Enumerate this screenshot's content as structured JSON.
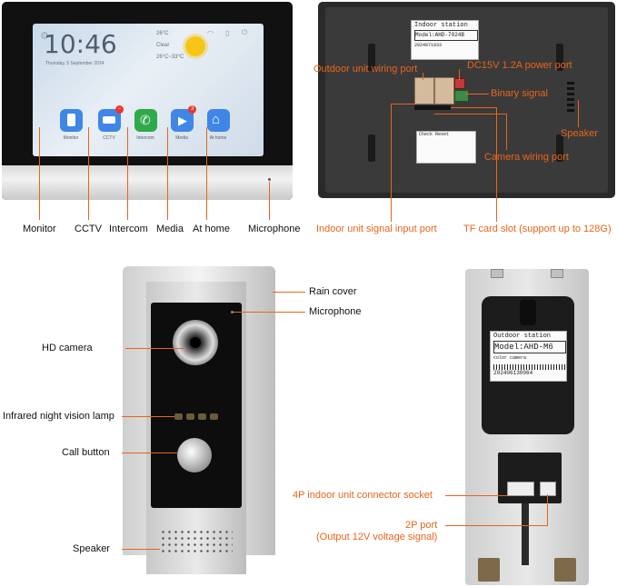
{
  "monitor_screen": {
    "time": "10:46",
    "date": "Thursday, 5 September 2024",
    "temp_now": "26°C",
    "condition": "Clear",
    "temp_range": "26°C~33°C",
    "apps": [
      {
        "label": "Monitor",
        "color": "#3f86e6"
      },
      {
        "label": "CCTV",
        "color": "#3f86e6",
        "badge": "−"
      },
      {
        "label": "Intercom",
        "color": "#2fa94a"
      },
      {
        "label": "Media",
        "color": "#3f86e6",
        "badge": "3"
      },
      {
        "label": "At home",
        "color": "#3f86e6"
      }
    ]
  },
  "monitor_labels": {
    "monitor": "Monitor",
    "cctv": "CCTV",
    "intercom": "Intercom",
    "media": "Media",
    "at_home": "At home",
    "microphone": "Microphone"
  },
  "indoor_back": {
    "tag_title": "Indoor station",
    "tag_model": "Model:AHD-7024B",
    "tag_serial": "2024071933",
    "sticker": "Check Reset",
    "labels": {
      "outdoor_port": "Outdoor unit wiring port",
      "power_port": "DC15V 1.2A power port",
      "binary": "Binary signal",
      "speaker": "Speaker",
      "camera_port": "Camera wiring port",
      "signal_input": "Indoor unit signal input port",
      "tf_card": "TF card slot (support up to 128G)"
    }
  },
  "outdoor_front_labels": {
    "rain_cover": "Rain cover",
    "microphone": "Microphone",
    "hd_camera": "HD camera",
    "ir_lamp": "Infrared night vision lamp",
    "call_button": "Call button",
    "speaker": "Speaker"
  },
  "outdoor_back": {
    "tag_title": "Outdoor station",
    "tag_model": "Model:AHD-M6",
    "tag_sub": "color camera",
    "tag_serial": "202406130064",
    "labels": {
      "connector_4p": "4P indoor unit connector socket",
      "port_2p_line1": "2P port",
      "port_2p_line2": "(Output 12V voltage signal)"
    }
  },
  "colors": {
    "accent": "#e8641a"
  }
}
